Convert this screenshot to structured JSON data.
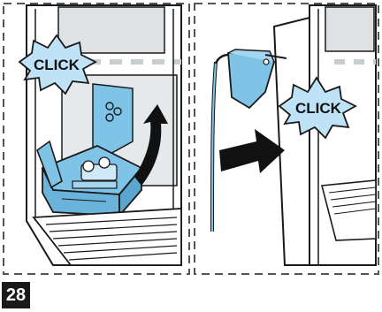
{
  "panels": [
    {
      "callout_text": "CLICK"
    },
    {
      "callout_text": "CLICK"
    }
  ],
  "step_number": "28",
  "colors": {
    "blue_part": "#7fc3e6",
    "outline": "#1a1a1a",
    "machine_gray": "#d9dde0",
    "arrow_dark": "#111111",
    "callout_fill": "#bfe3f6"
  }
}
